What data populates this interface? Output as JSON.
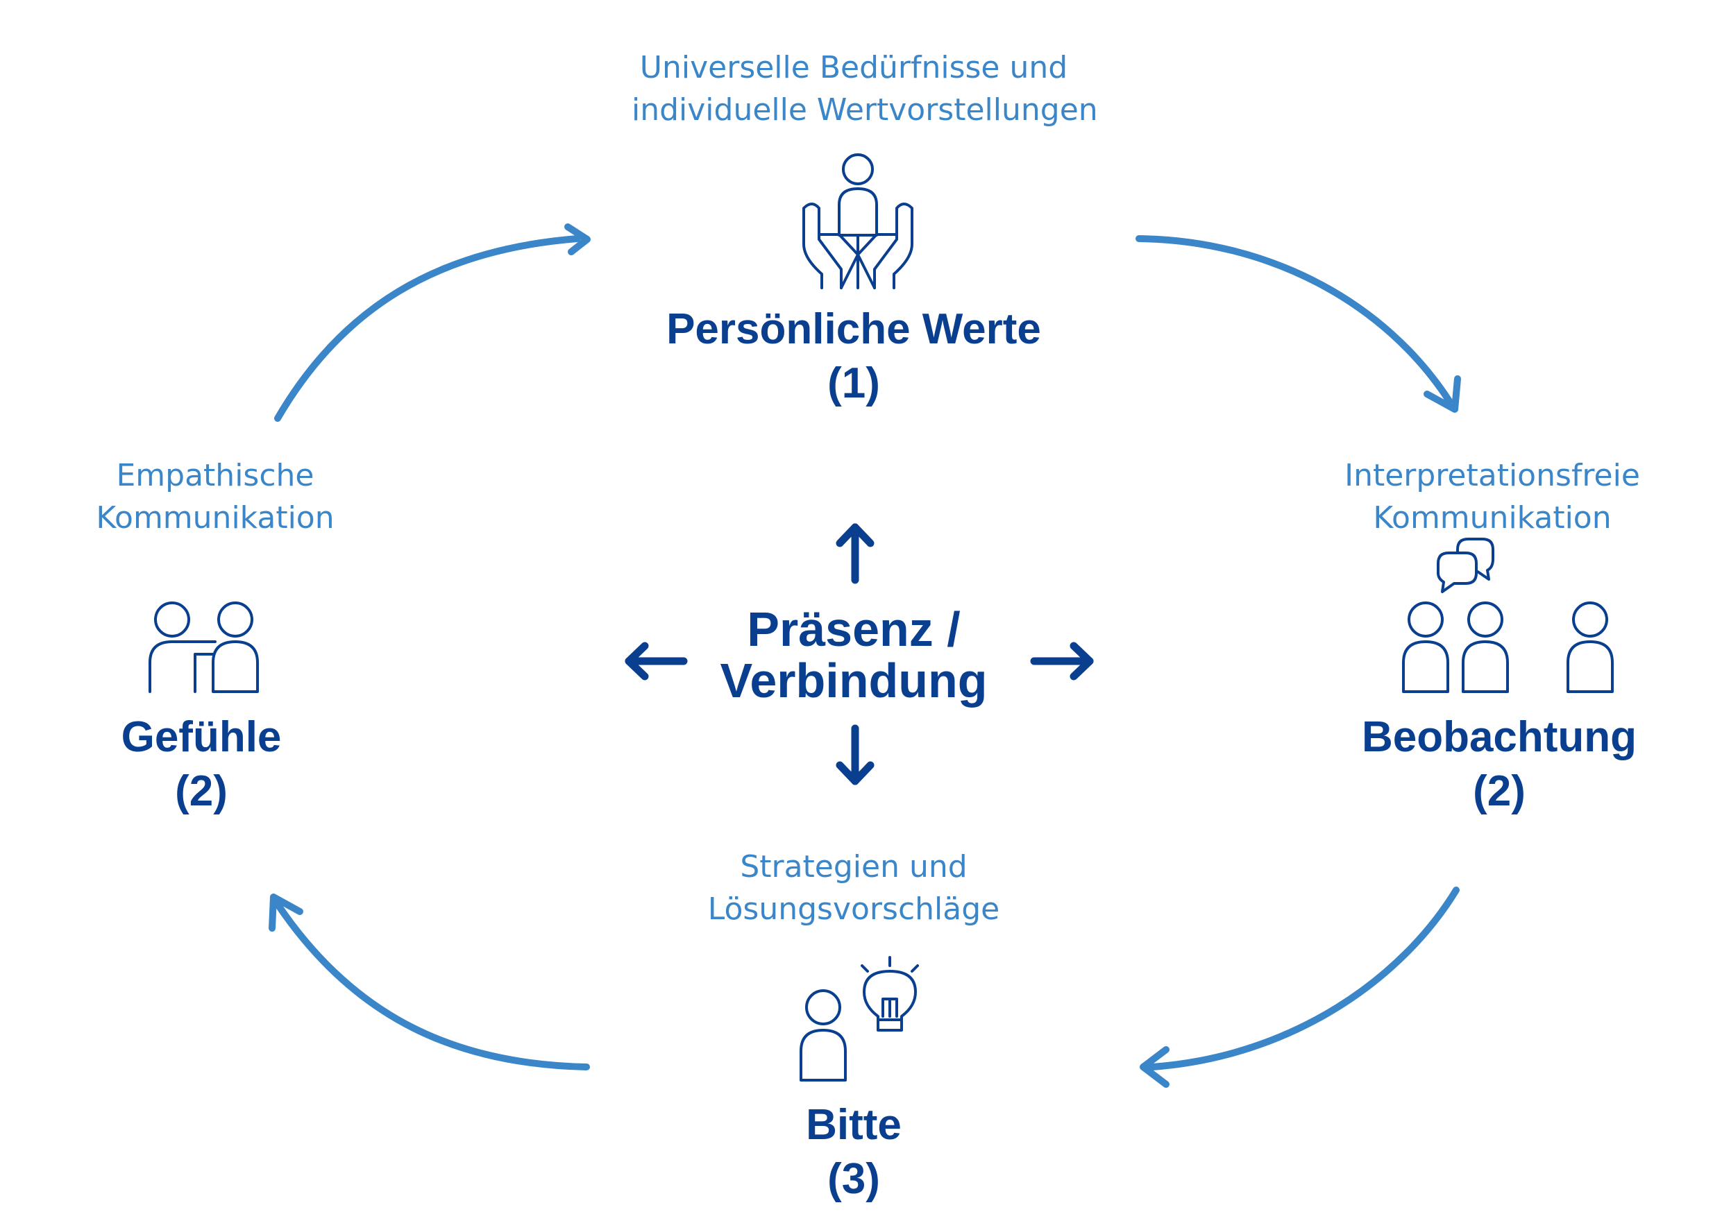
{
  "colors": {
    "dark_blue": "#0a3f8f",
    "light_blue": "#3a86c8"
  },
  "nodes": {
    "top": {
      "caption_lines": [
        "Universelle Bedürfnisse und",
        "individuelle Wertvorstellungen"
      ],
      "title_line1": "Persönliche Werte",
      "title_line2": "(1)",
      "icon": "person-held-by-hands-icon"
    },
    "right": {
      "caption_lines": [
        "Interpretationsfreie",
        "Kommunikation"
      ],
      "title_line1": "Beobachtung",
      "title_line2": "(2)",
      "icon": "group-with-speech-bubbles-icon"
    },
    "left": {
      "caption_lines": [
        "Empathische",
        "Kommunikation"
      ],
      "title_line1": "Gefühle",
      "title_line2": "(2)",
      "icon": "two-people-supporting-icon"
    },
    "bottom": {
      "caption_lines": [
        "Strategien und",
        "Lösungsvorschläge"
      ],
      "title_line1": "Bitte",
      "title_line2": "(3)",
      "icon": "person-with-lightbulb-icon"
    }
  },
  "center": {
    "title_line1": "Präsenz /",
    "title_line2": "Verbindung",
    "arrows": [
      "arrow-up-icon",
      "arrow-down-icon",
      "arrow-left-icon",
      "arrow-right-icon"
    ]
  },
  "cycle_arrows": [
    "cycle-arrow-top-right",
    "cycle-arrow-bottom-right",
    "cycle-arrow-bottom-left",
    "cycle-arrow-top-left"
  ]
}
